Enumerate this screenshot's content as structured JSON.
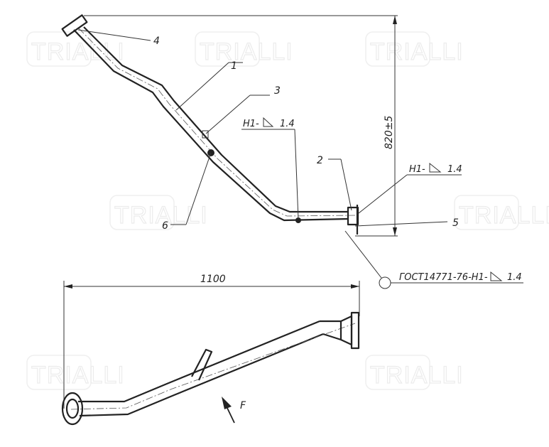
{
  "watermark": {
    "text": "TRIALLI"
  },
  "callouts": {
    "c1": "1",
    "c2": "2",
    "c3": "3",
    "c4": "4",
    "c5": "5",
    "c6": "6"
  },
  "welds": {
    "w1": "H1-",
    "w1_size": "1.4",
    "w2": "H1-",
    "w2_size": "1.4",
    "standard": "ГОСТ14771-76-H1-",
    "standard_size": "1.4"
  },
  "dimensions": {
    "height": "820±5",
    "length": "1100"
  },
  "view": {
    "arrow_label": "F"
  },
  "colors": {
    "line": "#222222",
    "watermark": "#ececec"
  }
}
